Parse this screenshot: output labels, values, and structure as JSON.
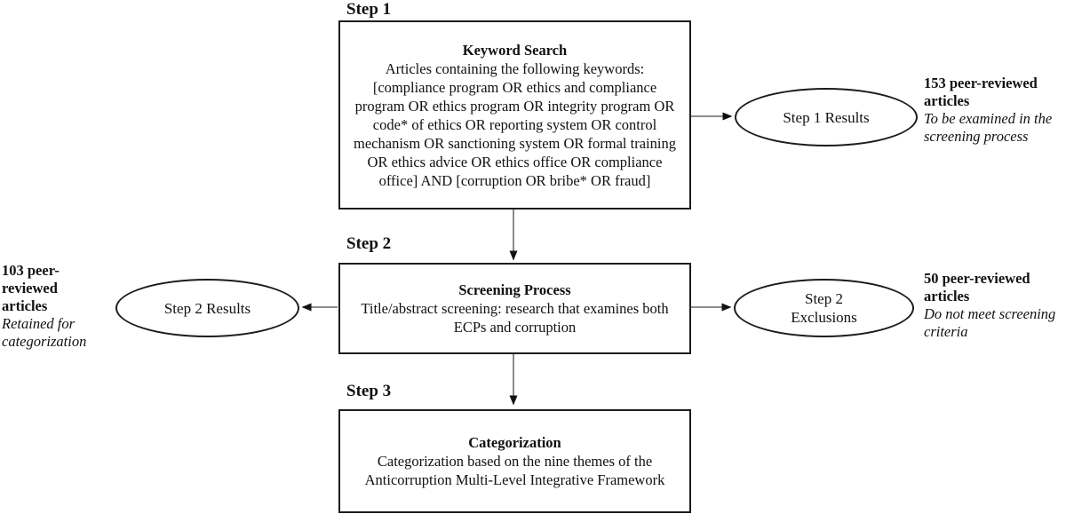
{
  "diagram": {
    "step1": {
      "label": "Step 1",
      "title": "Keyword Search",
      "body": "Articles containing the following keywords: [compliance program OR ethics and compliance program OR ethics program OR integrity program OR code* of ethics OR reporting system OR control mechanism OR sanctioning system OR formal training OR ethics advice OR ethics office OR compliance office] AND [corruption OR bribe* OR fraud]"
    },
    "step2": {
      "label": "Step 2",
      "title": "Screening Process",
      "body": "Title/abstract screening: research that examines both ECPs and corruption"
    },
    "step3": {
      "label": "Step 3",
      "title": "Categorization",
      "body": "Categorization based on the nine themes of the Anticorruption Multi-Level Integrative Framework"
    },
    "step1_results": {
      "label": "Step 1 Results"
    },
    "step2_results": {
      "label": "Step 2 Results"
    },
    "step2_exclusions": {
      "label": "Step 2 Exclusions"
    },
    "annotation_step1_results": {
      "bold": "153 peer-reviewed articles",
      "italic": "To be examined in the screening process"
    },
    "annotation_step2_results": {
      "bold": "103 peer-reviewed articles",
      "italic": "Retained for categorization"
    },
    "annotation_step2_exclusions": {
      "bold": "50 peer-reviewed articles",
      "italic": "Do not meet screening criteria"
    },
    "colors": {
      "stroke": "#1c1c1c",
      "arrow_shaft": "#4a4a4a",
      "arrow_head": "#111111",
      "background": "#ffffff"
    }
  }
}
